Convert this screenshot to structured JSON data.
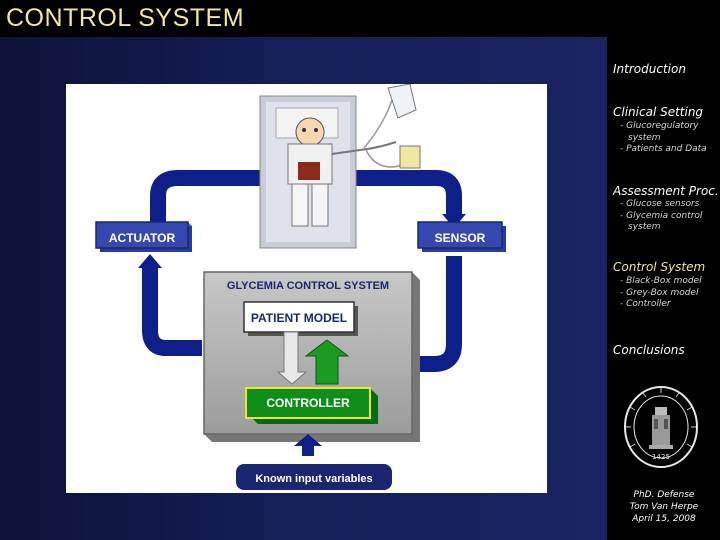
{
  "header": {
    "title": "CONTROL SYSTEM"
  },
  "sidebar": {
    "items": [
      {
        "label": "Introduction",
        "sub": []
      },
      {
        "label": "Clinical Setting",
        "sub": [
          "- Glucoregulatory",
          "system",
          "- Patients and Data"
        ]
      },
      {
        "label": "Assessment Proc.",
        "sub": [
          "- Glucose sensors",
          "- Glycemia control",
          "system"
        ]
      },
      {
        "label": "Control System",
        "sub": [
          "- Black-Box model",
          "- Grey-Box model",
          "- Controller"
        ]
      },
      {
        "label": "Conclusions",
        "sub": []
      }
    ],
    "seal_year": "1425",
    "footer": [
      "PhD. Defense",
      "Tom Van Herpe",
      "April 15, 2008"
    ]
  },
  "diagram": {
    "actuator": "ACTUATOR",
    "sensor": "SENSOR",
    "system_title": "GLYCEMIA CONTROL SYSTEM",
    "patient_model": "PATIENT MODEL",
    "controller": "CONTROLLER",
    "input": "Known input variables"
  },
  "colors": {
    "accent": "#f2e6a0",
    "arrow_blue": "#0f1f8a",
    "box_blue": "#2a3c9a",
    "controller_green": "#0f8f1a",
    "system_grey": "#b3b3b3"
  }
}
